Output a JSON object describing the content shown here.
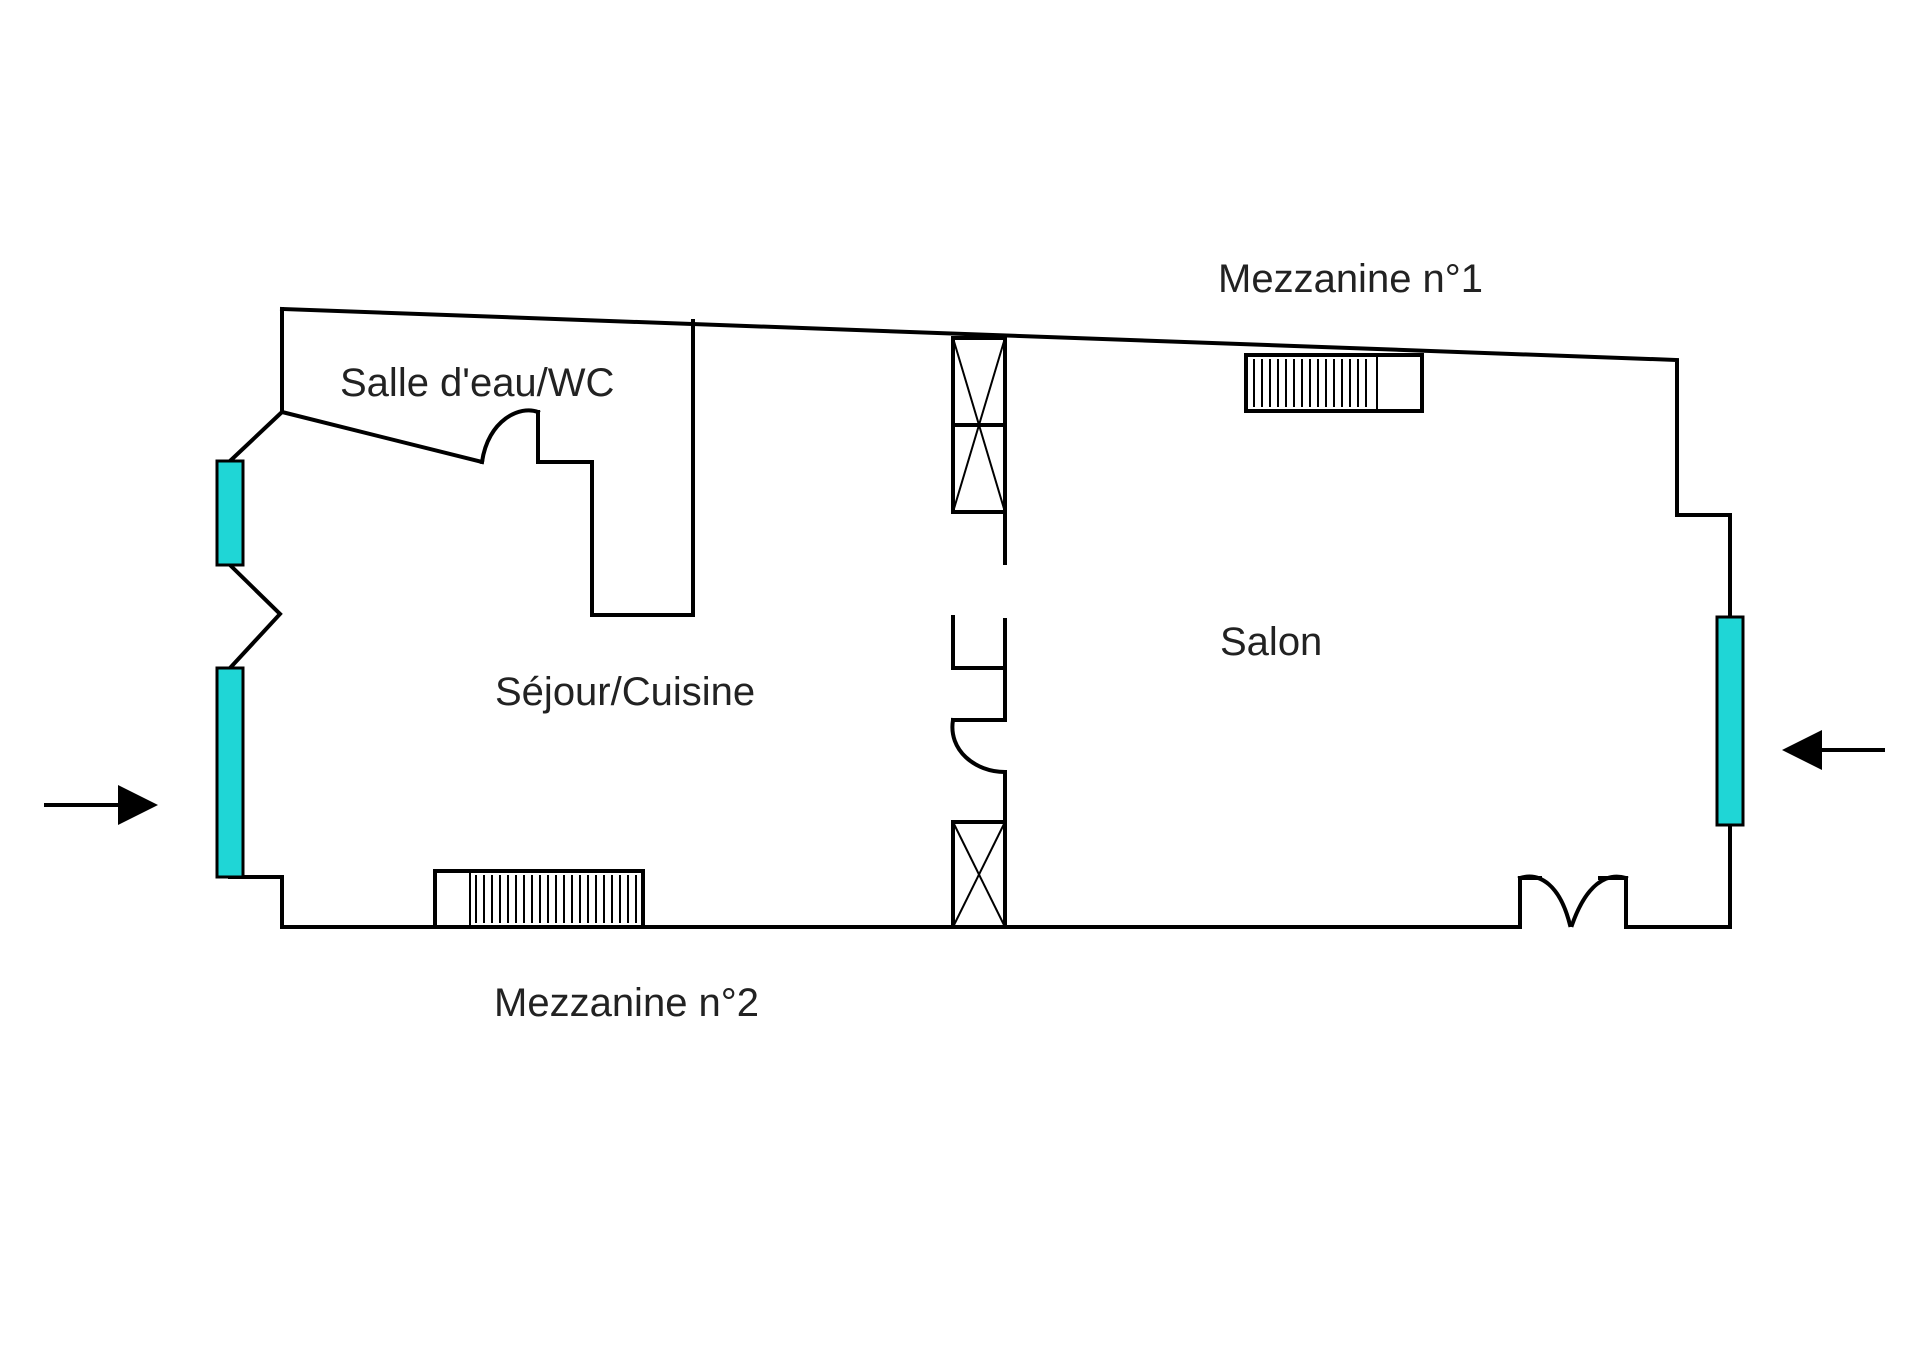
{
  "colors": {
    "wall": "#000000",
    "window": "#1fd6d6",
    "background": "#ffffff",
    "label": "#222222"
  },
  "labels": {
    "mezzanine1": "Mezzanine n°1",
    "mezzanine2": "Mezzanine n°2",
    "salle_eau": "Salle d'eau/WC",
    "sejour": "Séjour/Cuisine",
    "salon": "Salon"
  },
  "icons": {
    "entrance_left": "arrow-right-icon",
    "entrance_right": "arrow-left-icon",
    "stairs": "stairs-icon",
    "window": "window-icon",
    "door": "door-swing-icon",
    "duct": "duct-cross-icon"
  }
}
